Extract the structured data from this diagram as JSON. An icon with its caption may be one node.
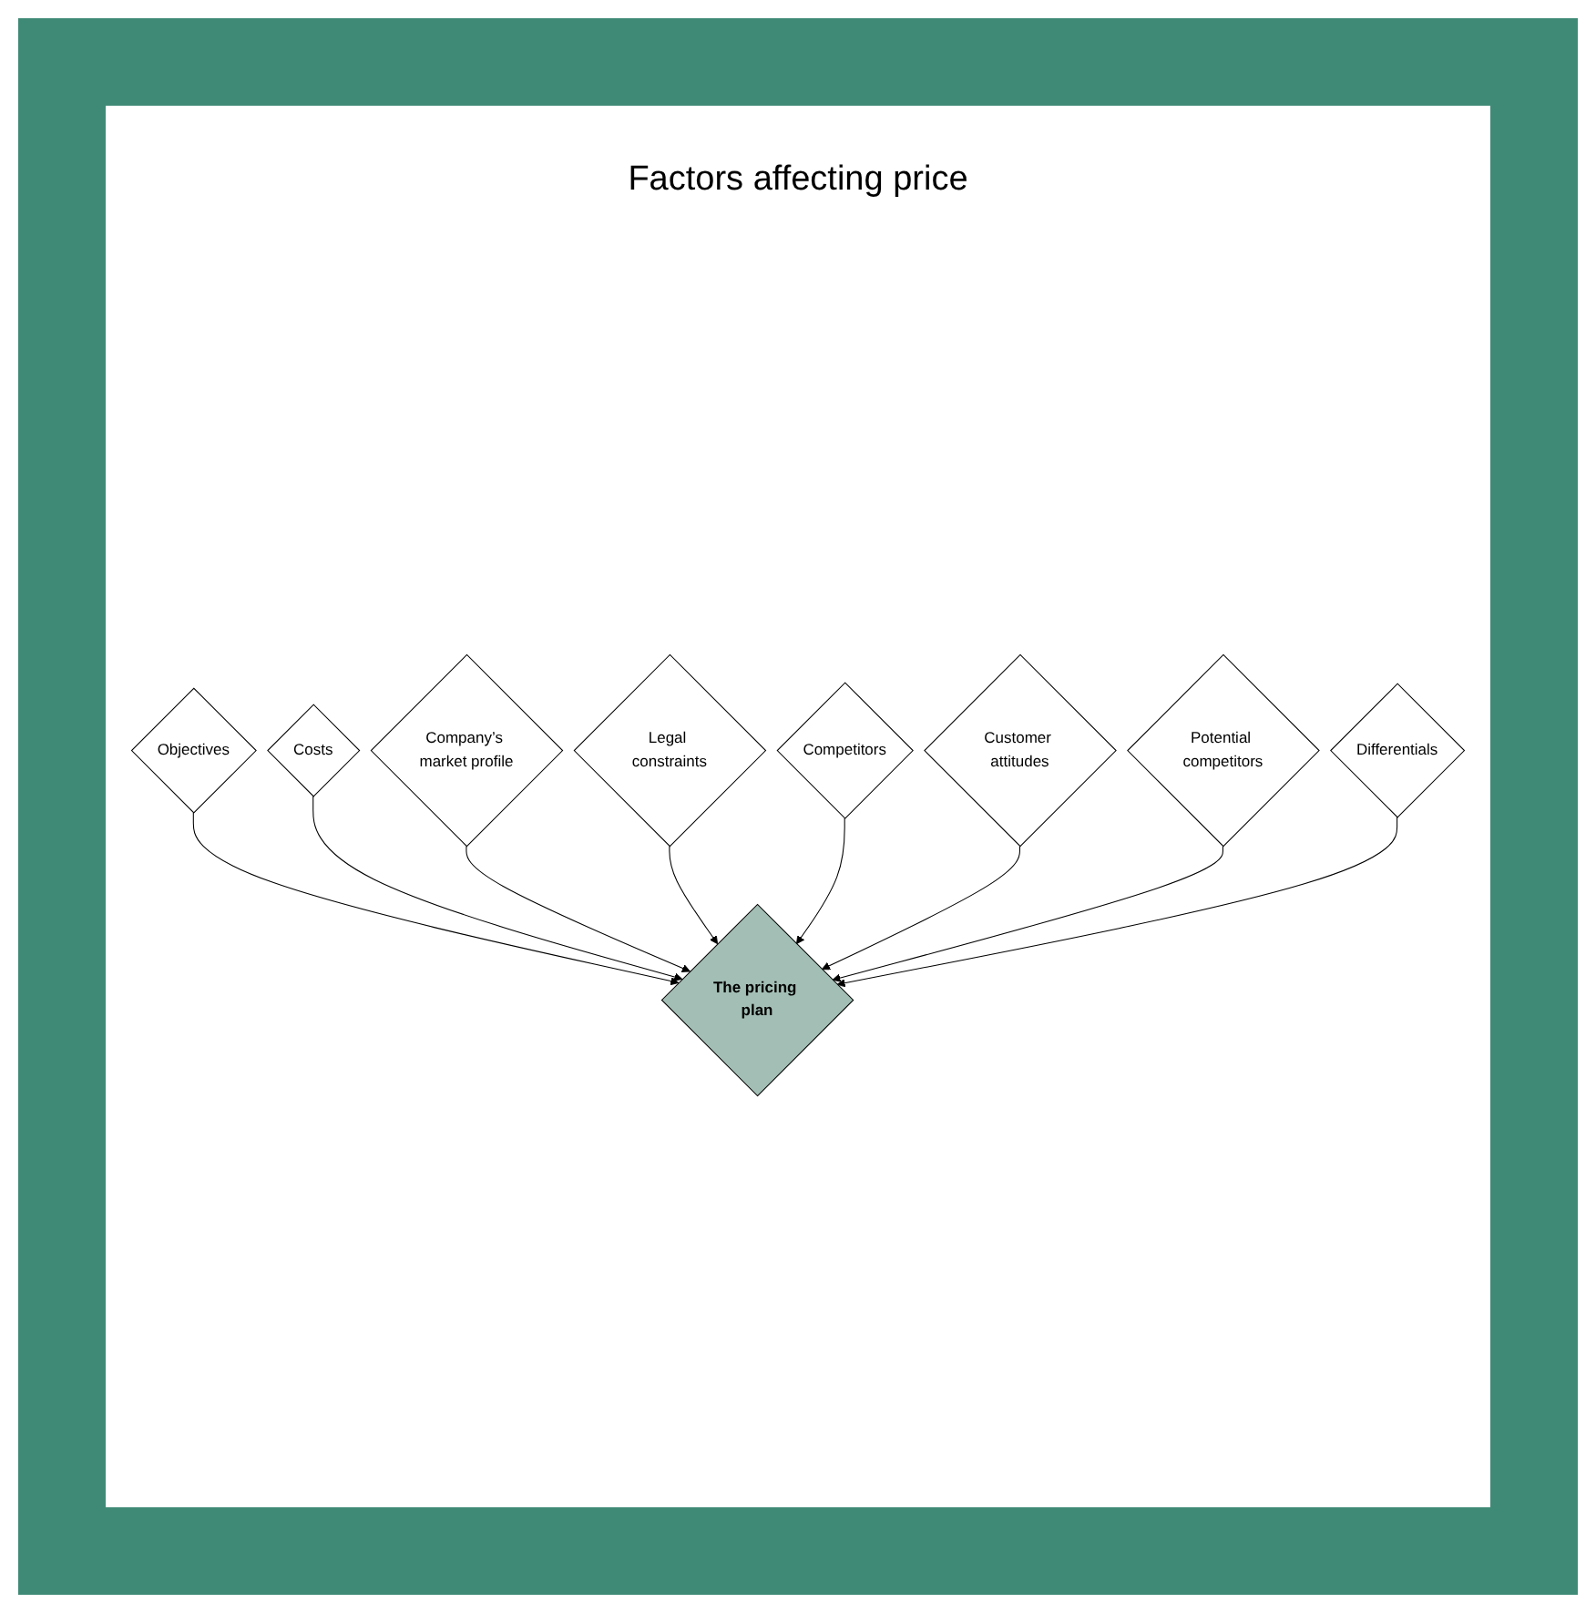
{
  "diagram": {
    "title": "Factors affecting price",
    "nodes": [
      {
        "text": [
          "Objectives"
        ]
      },
      {
        "text": [
          "Costs"
        ]
      },
      {
        "text": [
          "Company’s market profile"
        ]
      },
      {
        "text": [
          "Legal constraints"
        ]
      },
      {
        "text": [
          "The pricing plan"
        ]
      },
      {
        "text": [
          "Competitors"
        ]
      },
      {
        "text": [
          "Customer attitudes"
        ]
      },
      {
        "text": [
          "Potential competitors"
        ]
      },
      {
        "text": [
          "Differentials"
        ]
      }
    ],
    "edges": [
      {
        "from": 0,
        "to": 4,
        "arrow": "to"
      },
      {
        "from": 1,
        "to": 4,
        "arrow": "to"
      },
      {
        "from": 2,
        "to": 4,
        "arrow": "to"
      },
      {
        "from": 3,
        "to": 4,
        "arrow": "to"
      },
      {
        "from": 5,
        "to": 4,
        "arrow": "to"
      },
      {
        "from": 6,
        "to": 4,
        "arrow": "to"
      },
      {
        "from": 7,
        "to": 4,
        "arrow": "to"
      },
      {
        "from": 8,
        "to": 4,
        "arrow": "to"
      }
    ]
  }
}
